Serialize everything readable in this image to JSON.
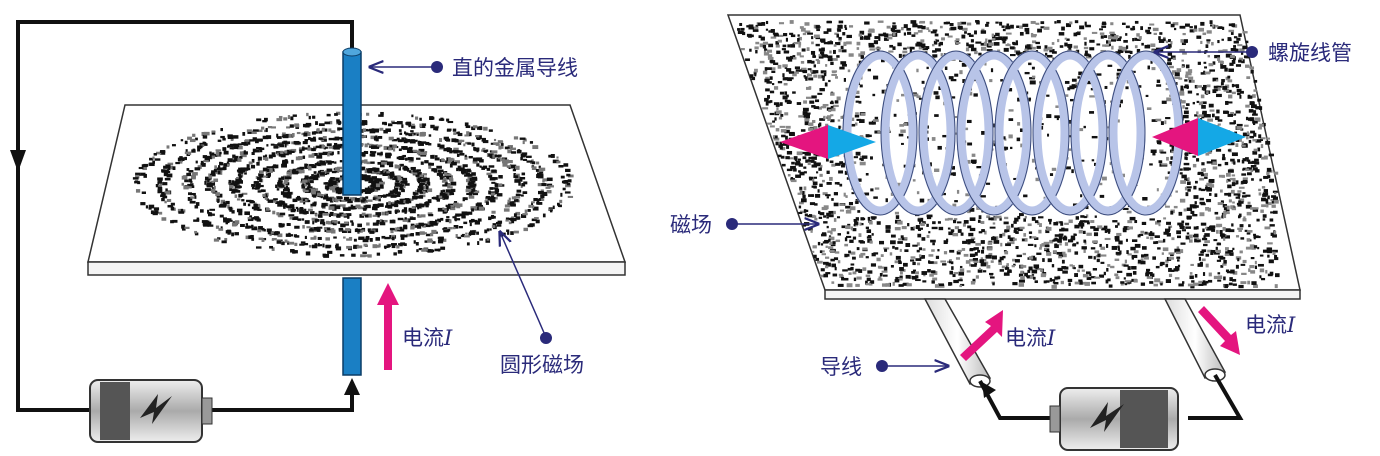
{
  "left_panel": {
    "wire_label": "直的金属导线",
    "field_label": "圆形磁场",
    "current_label": "电流",
    "current_symbol": "I"
  },
  "right_panel": {
    "solenoid_label": "螺旋线管",
    "field_label": "磁场",
    "wire_label": "导线",
    "current_label_left": "电流",
    "current_label_right": "电流",
    "current_symbol": "I"
  },
  "colors": {
    "rod": "#1a7fc4",
    "arrow": "#e4157f",
    "magnet_north": "#e4157f",
    "magnet_south": "#14a8e6",
    "label": "#2a2a7a",
    "coil": "#b8c4e8"
  }
}
